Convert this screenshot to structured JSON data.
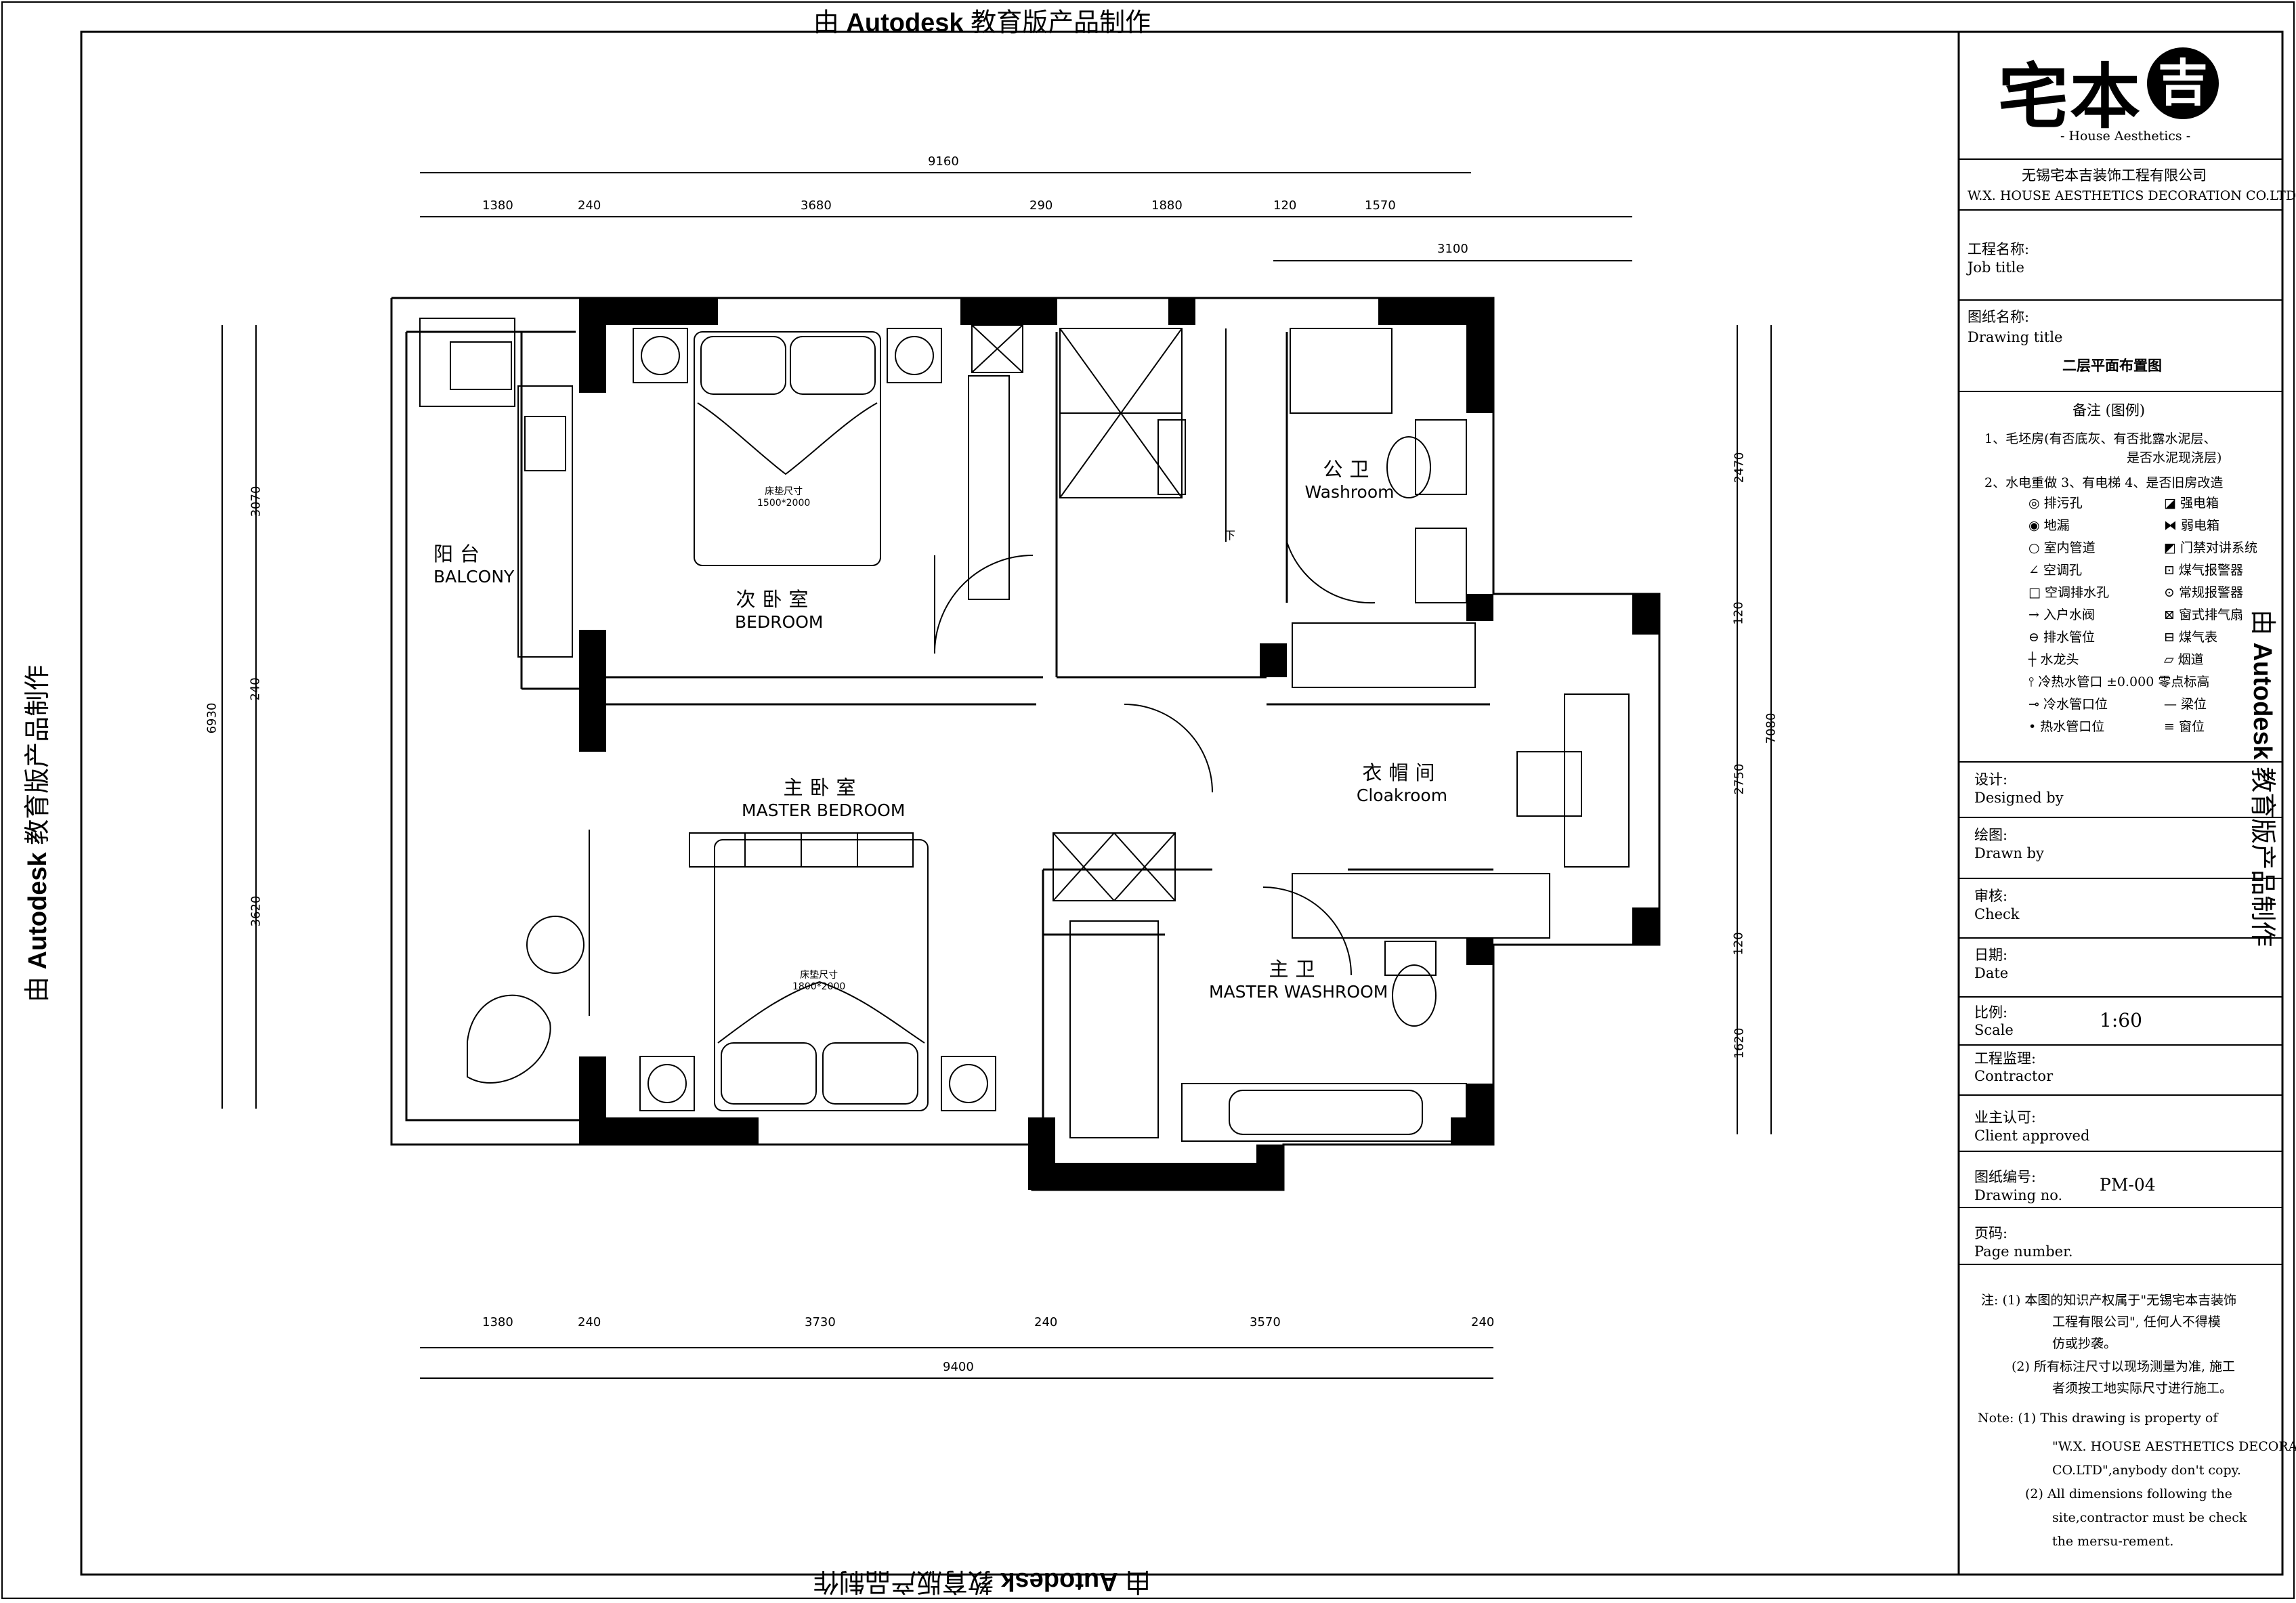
{
  "watermark": {
    "prefix": "由 ",
    "brand": "Autodesk",
    "suffix": " 教育版产品制作"
  },
  "title_block": {
    "logo_text": "宅本",
    "logo_circle": "吉",
    "tagline": "- House Aesthetics -",
    "company_cn": "无锡宅本吉装饰工程有限公司",
    "company_en": "W.X. HOUSE AESTHETICS DECORATION CO.LTD",
    "job_title_cn": "工程名称:",
    "job_title_en": "Job title",
    "drawing_title_cn": "图纸名称:",
    "drawing_title_en": "Drawing title",
    "drawing_title_value": "二层平面布置图",
    "notes_heading": "备注 (图例)",
    "notes_line1": "1、毛坯房(有否底灰、有否批露水泥层、",
    "notes_line2": "是否水泥现浇层)",
    "notes_line3": "2、水电重做 3、有电梯 4、是否旧房改造",
    "legend_left": [
      "排污孔",
      "地漏",
      "室内管道",
      "空调孔",
      "空调排水孔",
      "入户水阀",
      "排水管位",
      "水龙头",
      "冷热水管口",
      "冷水管口位",
      "热水管口位"
    ],
    "legend_right": [
      "强电箱",
      "弱电箱",
      "门禁对讲系统",
      "煤气报警器",
      "常规报警器",
      "窗式排气扇",
      "煤气表",
      "烟道",
      "零点标高",
      "梁位",
      "窗位"
    ],
    "legend_zero": "±0.000",
    "designed_cn": "设计:",
    "designed_en": "Designed by",
    "drawn_cn": "绘图:",
    "drawn_en": "Drawn by",
    "check_cn": "审核:",
    "check_en": "Check",
    "date_cn": "日期:",
    "date_en": "Date",
    "scale_cn": "比例:",
    "scale_en": "Scale",
    "scale_value": "1:60",
    "contractor_cn": "工程监理:",
    "contractor_en": "Contractor",
    "client_cn": "业主认可:",
    "client_en": "Client approved",
    "drawing_no_cn": "图纸编号:",
    "drawing_no_en": "Drawing no.",
    "drawing_no_value": "PM-04",
    "page_cn": "页码:",
    "page_en": "Page number.",
    "footnote_cn": [
      "注: (1) 本图的知识产权属于\"无锡宅本吉装饰",
      "工程有限公司\", 任何人不得模",
      "仿或抄袭。",
      "(2) 所有标注尺寸以现场测量为准, 施工",
      "者须按工地实际尺寸进行施工。"
    ],
    "footnote_en": [
      "Note:  (1) This drawing is property of",
      "\"W.X. HOUSE AESTHETICS DECORATION",
      "CO.LTD\",anybody don't copy.",
      "(2) All dimensions following the",
      "site,contractor must be check",
      "the mersu-rement."
    ]
  },
  "rooms": {
    "balcony_cn": "阳台",
    "balcony_en": "BALCONY",
    "bedroom_cn": "次卧室",
    "bedroom_en": "BEDROOM",
    "master_cn": "主卧室",
    "master_en": "MASTER BEDROOM",
    "washroom_cn": "公卫",
    "washroom_en": "Washroom",
    "cloak_cn": "衣帽间",
    "cloak_en": "Cloakroom",
    "master_wash_cn": "主卫",
    "master_wash_en": "MASTER WASHROOM",
    "bed1_label": "床垫尺寸",
    "bed1_size": "1500*2000",
    "bed2_label": "床垫尺寸",
    "bed2_size": "1800*2000",
    "stair_down": "下"
  },
  "dimensions": {
    "top_total": "9160",
    "top_segments": [
      "1380",
      "240",
      "3680",
      "290",
      "1880",
      "120",
      "1570"
    ],
    "top_sub": "3100",
    "bottom_segments": [
      "1380",
      "240",
      "3730",
      "240",
      "3570",
      "240"
    ],
    "bottom_total": "9400",
    "left_total": "6930",
    "left_segments": [
      "3070",
      "240",
      "3620"
    ],
    "right_total": "7080",
    "right_segments": [
      "2470",
      "120",
      "2750",
      "120",
      "1620"
    ]
  }
}
